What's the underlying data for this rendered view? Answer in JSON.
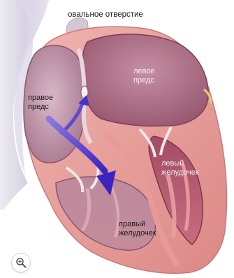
{
  "labels": {
    "oval_window": "овальное отверстие",
    "right_atrium": "правое\nпредс",
    "left_atrium": "левое\nпредс",
    "left_ventricle": "левый\nжелудочек",
    "right_ventricle": "правый\nжелудочек"
  },
  "controls": {
    "zoom_icon": "zoom-in-icon"
  },
  "colors": {
    "arrow": "#4b2fc9",
    "myocardium": "#e7a3a3",
    "chamber": "#b5697a",
    "vessel": "#d8d3e4"
  }
}
